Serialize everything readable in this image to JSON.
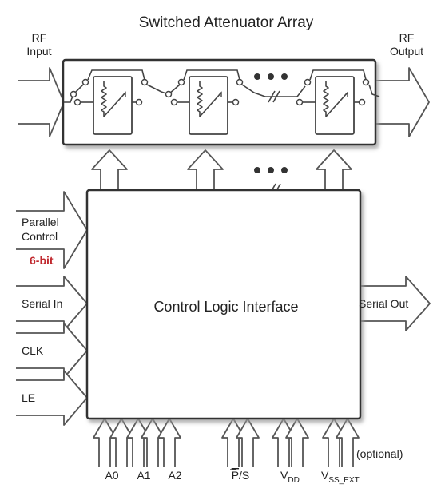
{
  "title": "Switched Attenuator Array",
  "rf_input": {
    "line1": "RF",
    "line2": "Input"
  },
  "rf_output": {
    "line1": "RF",
    "line2": "Output"
  },
  "control_block": "Control Logic Interface",
  "inputs": {
    "parallel": {
      "line1": "Parallel",
      "line2": "Control",
      "note": "6-bit"
    },
    "serial_in": "Serial In",
    "clk": "CLK",
    "le": "LE"
  },
  "output": {
    "serial_out": "Serial Out"
  },
  "pins": {
    "a0": "A0",
    "a1": "A1",
    "a2": "A2",
    "ps": {
      "bar": "P",
      "rest": "/S"
    },
    "vdd": {
      "main": "V",
      "sub": "DD"
    },
    "vss": {
      "main": "V",
      "sub": "SS_EXT",
      "note": "(optional)"
    }
  },
  "colors": {
    "block_fill": "#ffffff",
    "block_border": "#333333",
    "shadow": "#bdbdbd",
    "accent": "#c0272d"
  }
}
